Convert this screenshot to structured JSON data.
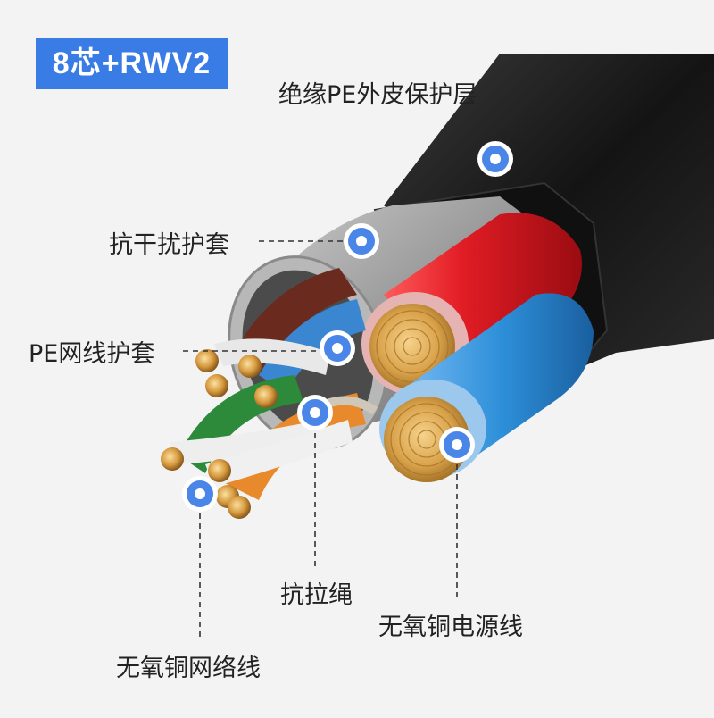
{
  "badge": {
    "text": "8芯+RWV2",
    "color": "#3a7ce6"
  },
  "labels": {
    "outer_sheath": "绝缘PE外皮保护层",
    "shield": "抗干扰护套",
    "pe_sheath": "PE网线护套",
    "rope": "抗拉绳",
    "power": "无氧铜电源线",
    "network": "无氧铜网络线"
  },
  "colors": {
    "marker": "#4a86e8",
    "outer_jacket": "#1b1b1b",
    "shield_jacket": "#9c9c9c",
    "power_red": "#e42128",
    "power_blue": "#2d8fd8",
    "copper": "#d9a24a"
  }
}
